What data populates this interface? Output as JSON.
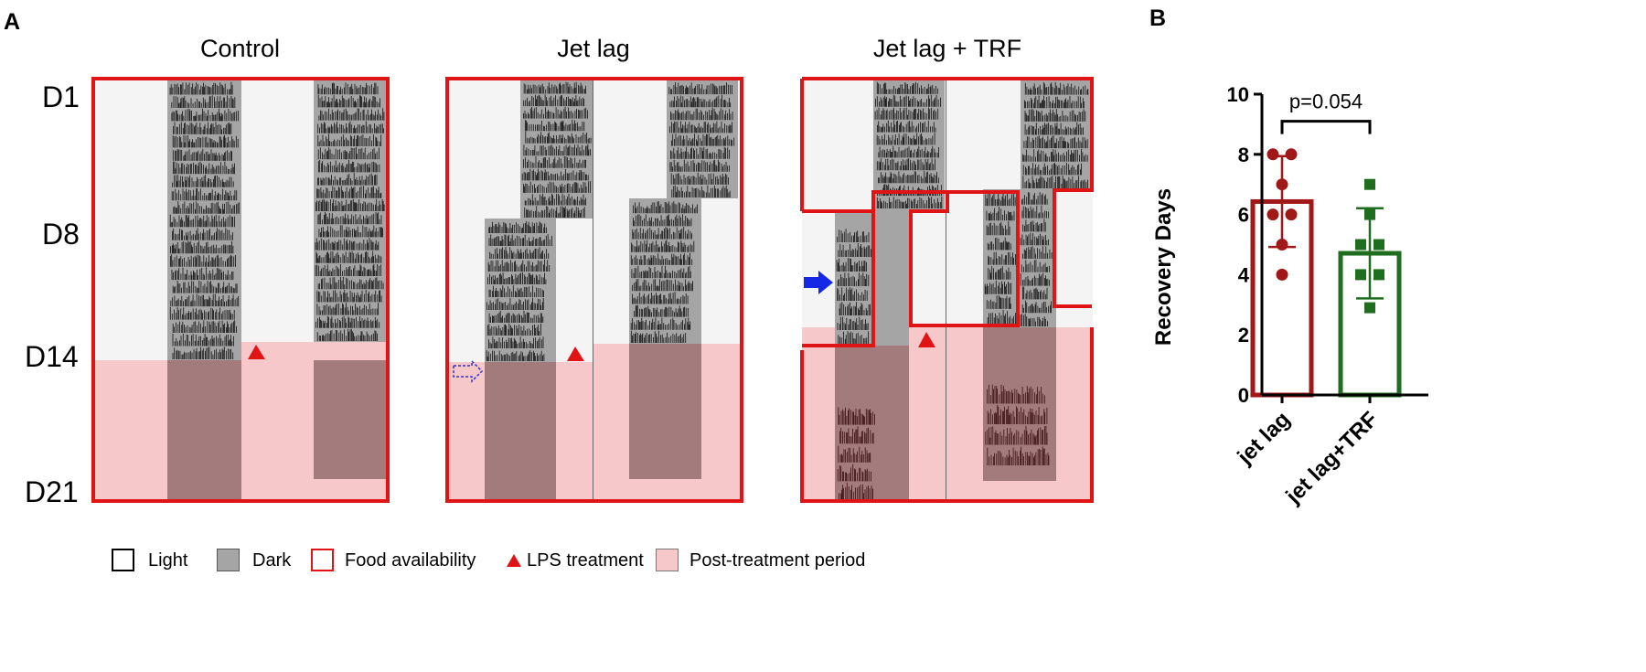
{
  "panel_a": {
    "letter": "A",
    "days": [
      "D1",
      "D8",
      "D14",
      "D21"
    ],
    "titles": [
      "Control",
      "Jet lag",
      "Jet lag + TRF"
    ]
  },
  "panel_b": {
    "letter": "B"
  },
  "legend": {
    "light": "Light",
    "dark": "Dark",
    "food": "Food availability",
    "lps": "LPS treatment",
    "post": "Post-treatment period"
  },
  "colors": {
    "light": "#f4f4f4",
    "dark": "#a5a5a5",
    "food_border": "#e01414",
    "post_treatment": "#f7c8ca",
    "lps": "#e01414",
    "jet_lag": "#a01818",
    "jet_lag_trf": "#1f6e1f",
    "activity": "#111111",
    "arrow_solid": "#1528e6",
    "arrow_dashed": "#3030c8"
  },
  "chart_data": {
    "type": "bar",
    "categories": [
      "jet lag",
      "jet lag+TRF"
    ],
    "values": [
      6.43,
      4.71
    ],
    "error_sd": [
      1.51,
      1.5
    ],
    "points": [
      [
        8,
        8,
        7,
        6,
        6,
        5,
        4
      ],
      [
        7,
        6,
        5,
        5,
        4,
        4,
        2.9
      ]
    ],
    "annotation": "p=0.054",
    "ylabel": "Recovery Days",
    "xlabel": "",
    "ylim": [
      0,
      10
    ],
    "yticks": [
      0,
      2,
      4,
      6,
      8,
      10
    ],
    "grid": false
  }
}
